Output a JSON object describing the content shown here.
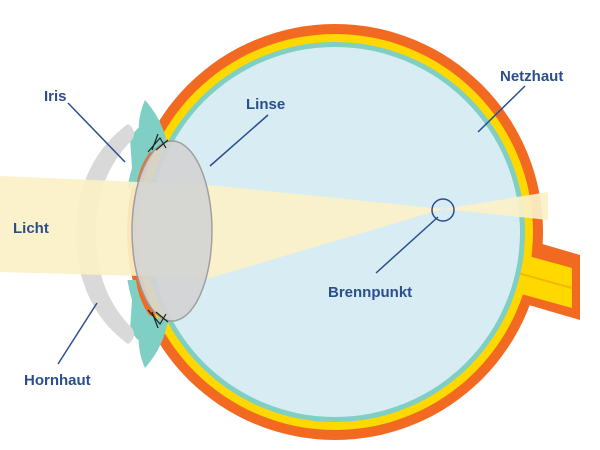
{
  "labels": {
    "iris": "Iris",
    "linse": "Linse",
    "netzhaut": "Netzhaut",
    "licht": "Licht",
    "brennpunkt": "Brennpunkt",
    "hornhaut": "Hornhaut"
  },
  "colors": {
    "label_text": "#2b4e8e",
    "leader_line": "#2b4e8e",
    "sclera": "#f26a21",
    "retina": "#ffd800",
    "choroid": "#7fcfc4",
    "vitreous": "#d8ecf4",
    "lens": "#d4d4d4",
    "cornea": "#d9d9d9",
    "light_beam": "#fbf1c8"
  }
}
